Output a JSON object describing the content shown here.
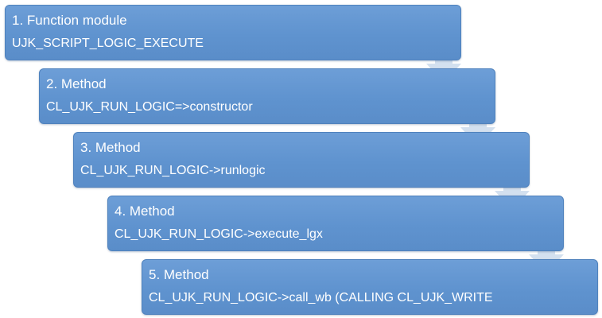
{
  "steps": [
    {
      "title": "1. Function module",
      "detail": "UJK_SCRIPT_LOGIC_EXECUTE"
    },
    {
      "title": "2. Method",
      "detail": "CL_UJK_RUN_LOGIC=>constructor"
    },
    {
      "title": "3. Method",
      "detail": "CL_UJK_RUN_LOGIC->runlogic"
    },
    {
      "title": "4. Method",
      "detail": "CL_UJK_RUN_LOGIC->execute_lgx"
    },
    {
      "title": "5. Method",
      "detail": "CL_UJK_RUN_LOGIC->call_wb (CALLING CL_UJK_WRITE"
    }
  ],
  "colors": {
    "box_fill": "#5f93cf",
    "box_border": "#4f82bd",
    "arrow_fill": "#d3e0ef",
    "text": "#ffffff"
  },
  "icons": {
    "connector": "down-arrow-icon"
  }
}
